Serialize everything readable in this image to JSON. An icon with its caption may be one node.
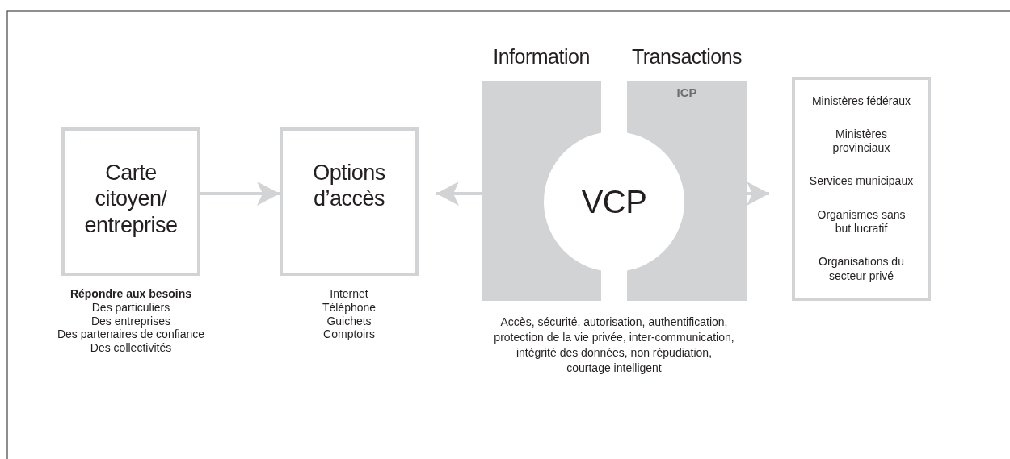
{
  "diagram": {
    "nodes": [
      {
        "text": [
          "Carte citoyen/ entreprise"
        ],
        "beside": [
          "Répondre aux besoins",
          "Des particuliers",
          "Des entreprises",
          "Des partenaires de confiance",
          "Des collectivités"
        ]
      },
      {
        "text": [
          "Options d’accès"
        ],
        "beside": [
          "Internet",
          "Téléphone",
          "Guichets",
          "Comptoirs"
        ]
      },
      {
        "text": [
          "Information"
        ]
      },
      {
        "text": [
          "Transactions",
          "ICP"
        ]
      },
      {
        "text": [
          "VCP"
        ]
      },
      {
        "text": [
          "Ministères fédéraux",
          "Ministères provinciaux",
          "Services municipaux",
          "Organismes sans but lucratif",
          "Organisations du secteur privé"
        ]
      }
    ],
    "edges": [
      {
        "from": 0,
        "to": 1,
        "arrow": "to"
      },
      {
        "from": 2,
        "to": 1,
        "arrow": "to"
      },
      {
        "from": 3,
        "to": 5,
        "arrow": "to"
      }
    ],
    "labels": [
      "Accès, sécurité, autorisation, authentification, protection de la vie privée, inter-communication, intégrité des données, non répudiation, courtage intelligent"
    ]
  }
}
